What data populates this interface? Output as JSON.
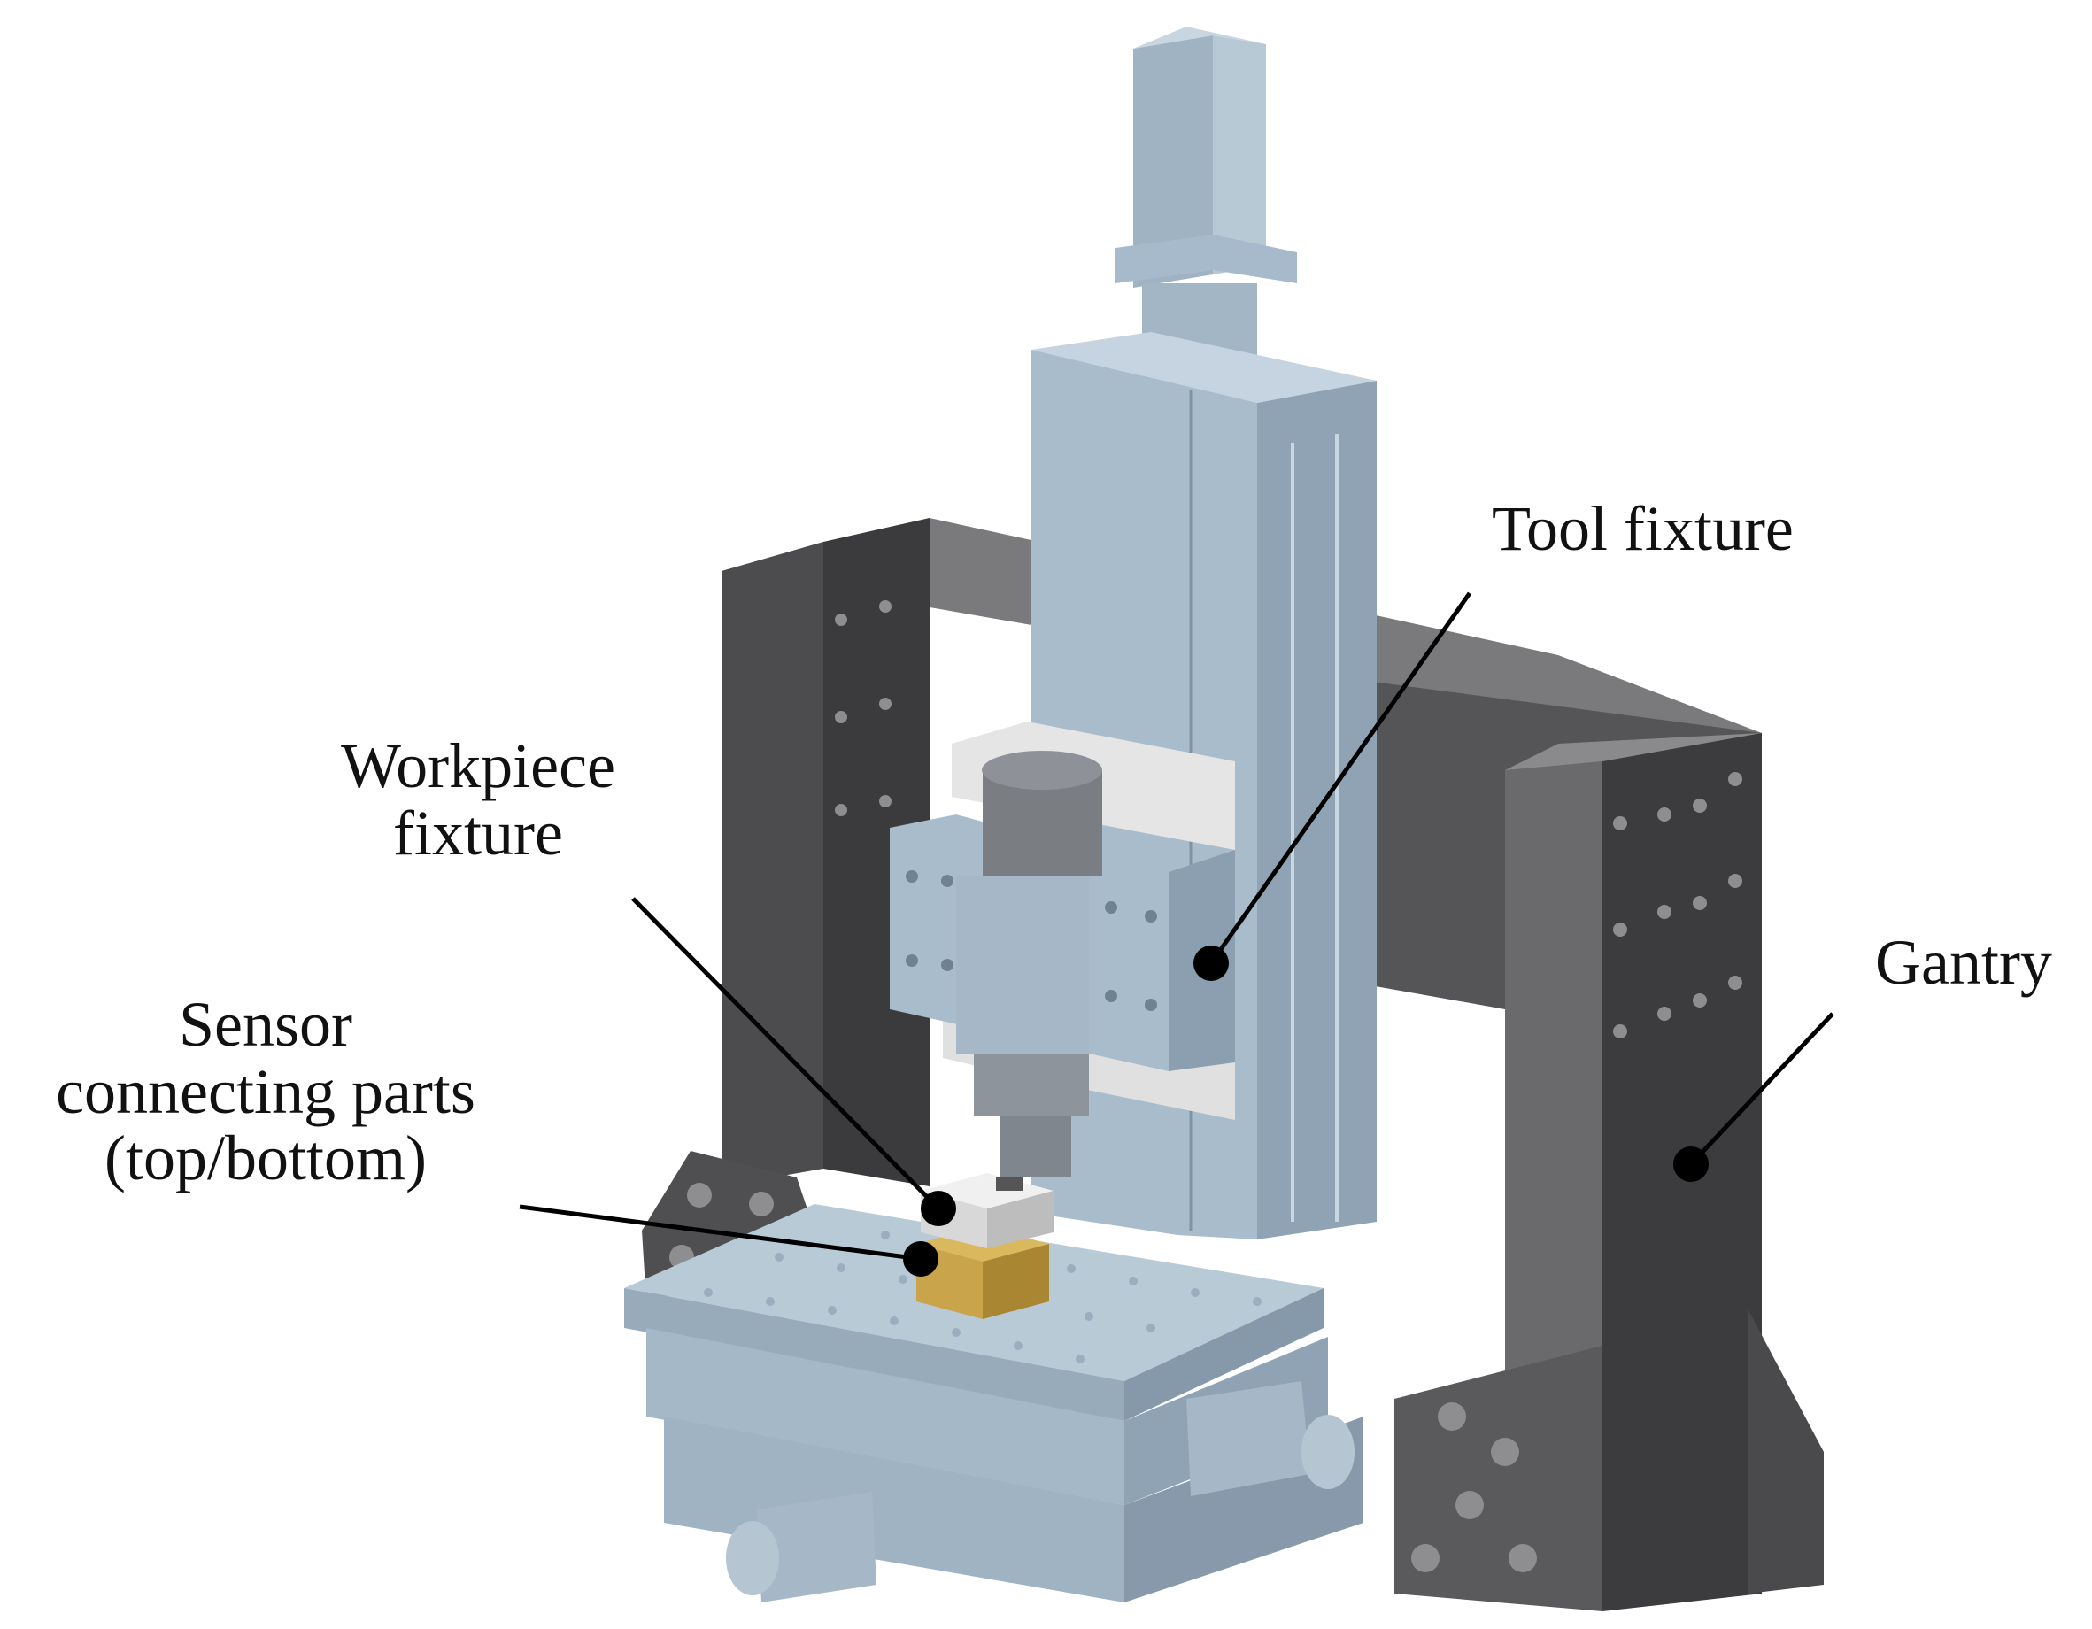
{
  "labels": {
    "tool_fixture": "Tool fixture",
    "gantry": "Gantry",
    "workpiece_fixture": [
      "Workpiece",
      "fixture"
    ],
    "sensor_parts": [
      "Sensor",
      "connecting parts",
      "(top/bottom)"
    ]
  },
  "colors": {
    "gantry_front": "#5e5e60",
    "gantry_dark": "#3b3b3d",
    "gantry_top": "#7a7a7c",
    "machine_blue": "#a9bccb",
    "machine_blue_dark": "#8a9eaf",
    "machine_blue_light": "#c3d2de",
    "spindle_grey": "#8d949c",
    "white_plate": "#e6e6e6",
    "brass": "#c9a44a",
    "leader_line": "#000000",
    "dot": "#000000",
    "background": "#ffffff"
  }
}
